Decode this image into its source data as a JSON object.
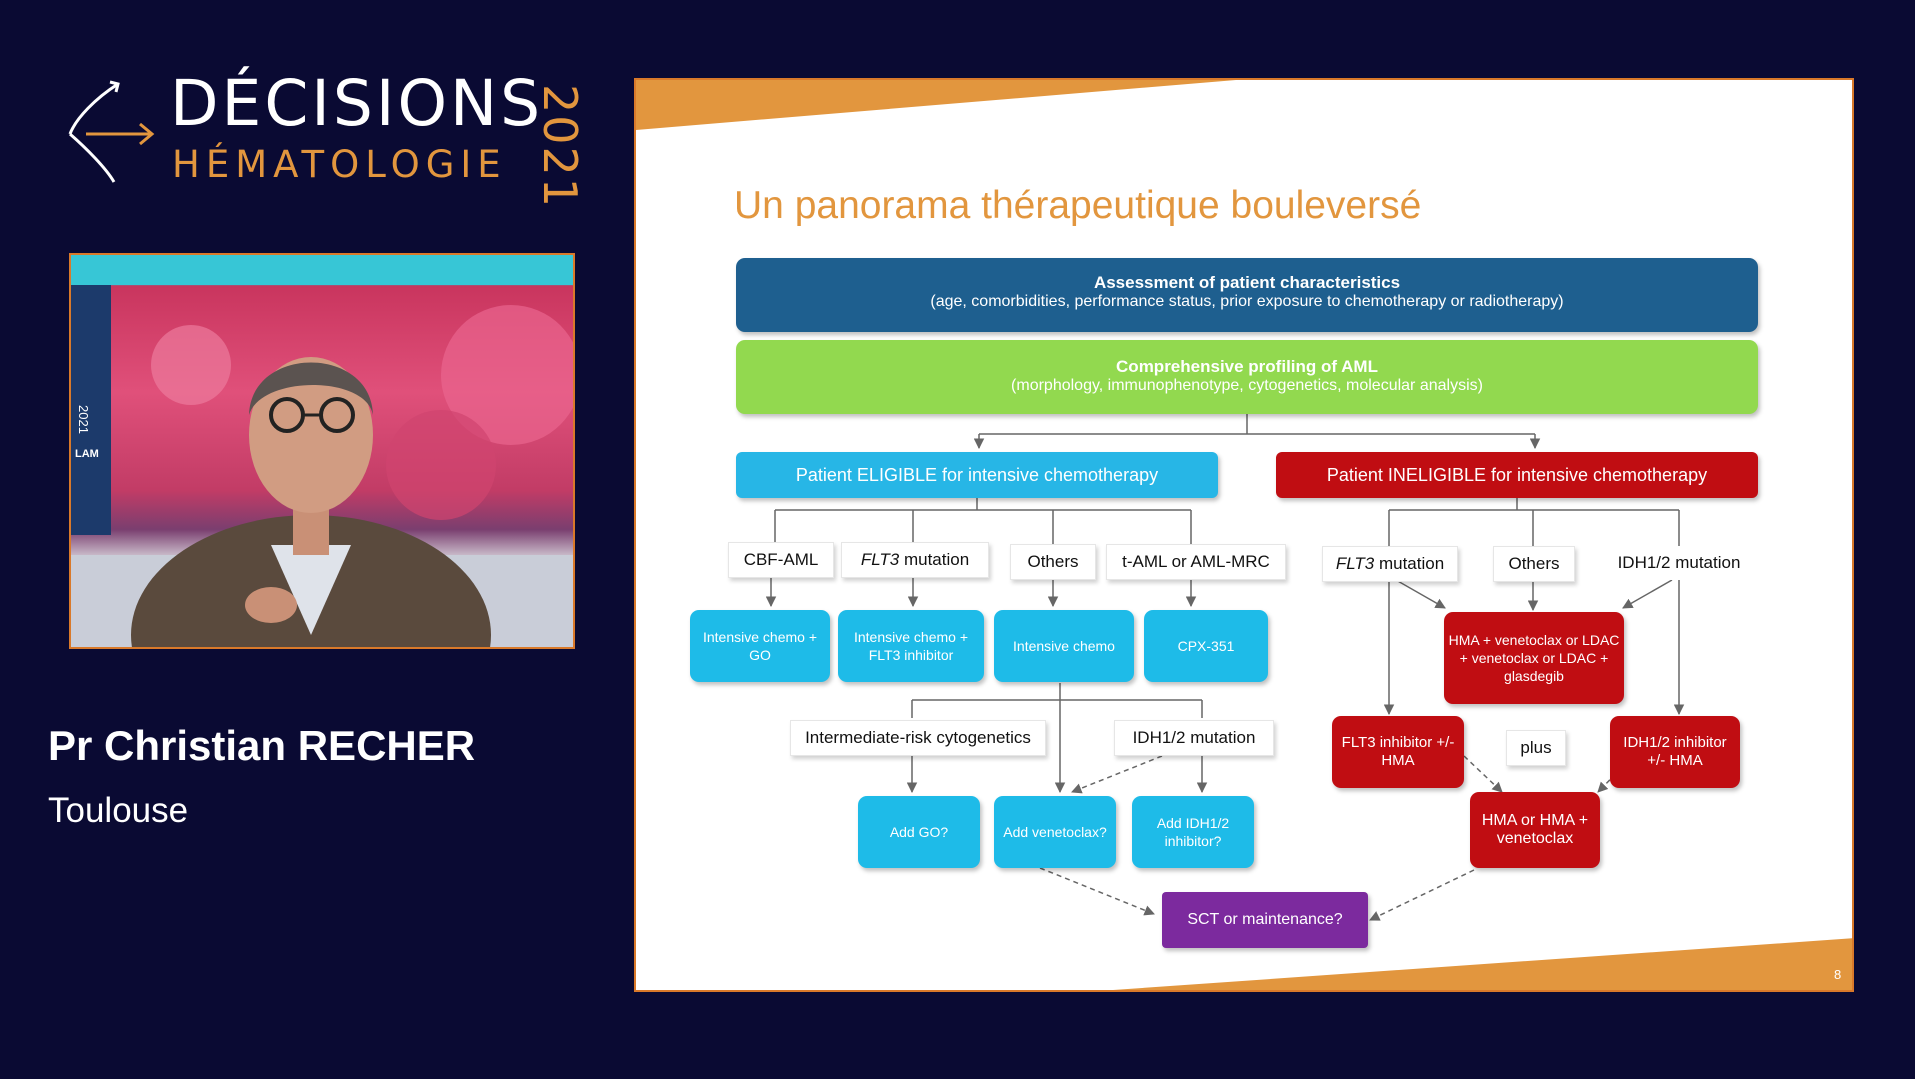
{
  "brand": {
    "line1": "DÉCISIONS",
    "line2": "HÉMATOLOGIE",
    "year": "2021",
    "accent_color": "#e2963e",
    "background_color": "#0a0a33"
  },
  "video": {
    "overlay_year": "2021",
    "overlay_label": "LAM"
  },
  "speaker": {
    "name": "Pr Christian RECHER",
    "city": "Toulouse"
  },
  "slide": {
    "title": "Un panorama thérapeutique bouleversé",
    "page_number": "8",
    "assessment": {
      "title": "Assessment of patient characteristics",
      "subtitle": "(age, comorbidities, performance status, prior exposure to chemotherapy or radiotherapy)"
    },
    "profiling": {
      "title": "Comprehensive profiling of AML",
      "subtitle": "(morphology, immunophenotype, cytogenetics, molecular analysis)"
    },
    "eligible": {
      "header": "Patient ELIGIBLE for intensive chemotherapy",
      "labels": {
        "cbf": "CBF-AML",
        "flt3_gene": "FLT3",
        "flt3_rest": " mutation",
        "others": "Others",
        "taml": "t-AML or AML-MRC"
      },
      "treatments": {
        "t1": "Intensive chemo + GO",
        "t2": "Intensive chemo + FLT3 inhibitor",
        "t3": "Intensive chemo",
        "t4": "CPX-351"
      },
      "second_labels": {
        "intermediate": "Intermediate-risk cytogenetics",
        "idh": "IDH1/2 mutation"
      },
      "options": {
        "o1": "Add GO?",
        "o2": "Add venetoclax?",
        "o3": "Add IDH1/2 inhibitor?"
      }
    },
    "ineligible": {
      "header": "Patient INELIGIBLE for intensive chemotherapy",
      "labels": {
        "flt3_gene": "FLT3",
        "flt3_rest": " mutation",
        "others": "Others",
        "idh": "IDH1/2 mutation"
      },
      "hma_box": "HMA + venetoclax or LDAC + venetoclax or LDAC + glasdegib",
      "flt3_inhib": "FLT3 inhibitor +/- HMA",
      "plus": "plus",
      "idh_inhib": "IDH1/2 inhibitor +/- HMA",
      "hma_or": "HMA or HMA + venetoclax"
    },
    "final": "SCT or maintenance?"
  }
}
